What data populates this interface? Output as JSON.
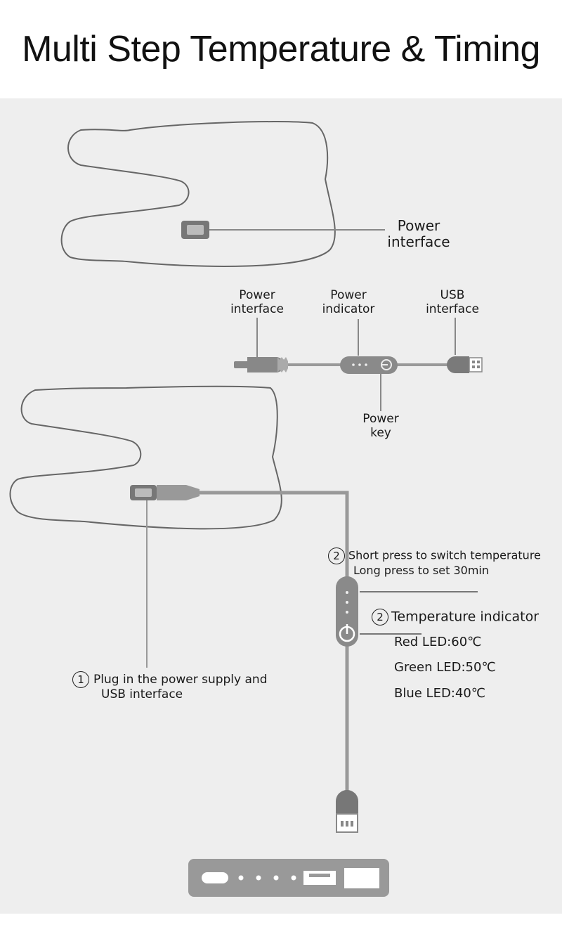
{
  "title": "Multi Step Temperature & Timing",
  "top_label": {
    "power_interface": [
      "Power",
      "interface"
    ]
  },
  "cable_labels": {
    "power_interface": [
      "Power",
      "interface"
    ],
    "power_indicator": [
      "Power",
      "indicator"
    ],
    "usb_interface": [
      "USB",
      "interface"
    ],
    "power_key": [
      "Power",
      "key"
    ]
  },
  "steps": {
    "step1": {
      "number": "1",
      "lines": [
        "Plug in the power supply and",
        "USB interface"
      ]
    },
    "step2_press": {
      "number": "2",
      "lines": [
        "Short press to switch temperature",
        "Long press to set 30min"
      ]
    },
    "step2_indicator": {
      "number": "2",
      "title": "Temperature indicator"
    }
  },
  "led_levels": [
    {
      "label": "Red LED:60℃"
    },
    {
      "label": "Green LED:50℃"
    },
    {
      "label": "Blue LED:40℃"
    }
  ],
  "colors": {
    "panel_bg": "#eeeeee",
    "outline": "#666666",
    "cable": "#9a9a9a",
    "device_dark": "#777777"
  }
}
